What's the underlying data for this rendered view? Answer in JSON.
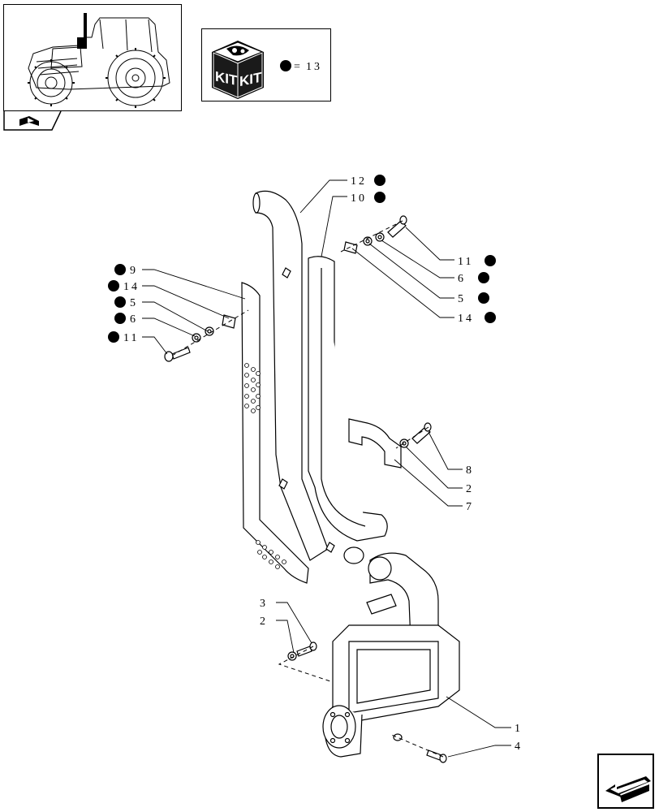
{
  "kit_legend": {
    "kit_text_1": "KIT",
    "kit_text_2": "KIT",
    "symbol": "●",
    "equals": "=",
    "kit_number": "13"
  },
  "callouts": [
    {
      "id": "c12",
      "text": "12",
      "kit": true
    },
    {
      "id": "c10",
      "text": "10",
      "kit": true
    },
    {
      "id": "c11r",
      "text": "11",
      "kit": true
    },
    {
      "id": "c6r",
      "text": "6",
      "kit": true
    },
    {
      "id": "c5r",
      "text": "5",
      "kit": true
    },
    {
      "id": "c14r",
      "text": "14",
      "kit": true
    },
    {
      "id": "c9",
      "text": "9",
      "kit": true
    },
    {
      "id": "c14l",
      "text": "14",
      "kit": true
    },
    {
      "id": "c5l",
      "text": "5",
      "kit": true
    },
    {
      "id": "c6l",
      "text": "6",
      "kit": true
    },
    {
      "id": "c11l",
      "text": "11",
      "kit": true
    },
    {
      "id": "c8",
      "text": "8",
      "kit": false
    },
    {
      "id": "c2r",
      "text": "2",
      "kit": false
    },
    {
      "id": "c7",
      "text": "7",
      "kit": false
    },
    {
      "id": "c3",
      "text": "3",
      "kit": false
    },
    {
      "id": "c2l",
      "text": "2",
      "kit": false
    },
    {
      "id": "c1",
      "text": "1",
      "kit": false
    },
    {
      "id": "c4",
      "text": "4",
      "kit": false
    }
  ],
  "icons": {
    "tractor": "tractor-thumbnail-icon",
    "kit": "kit-box-icon",
    "nav": "book-page-icon",
    "back": "back-arrow-icon"
  }
}
